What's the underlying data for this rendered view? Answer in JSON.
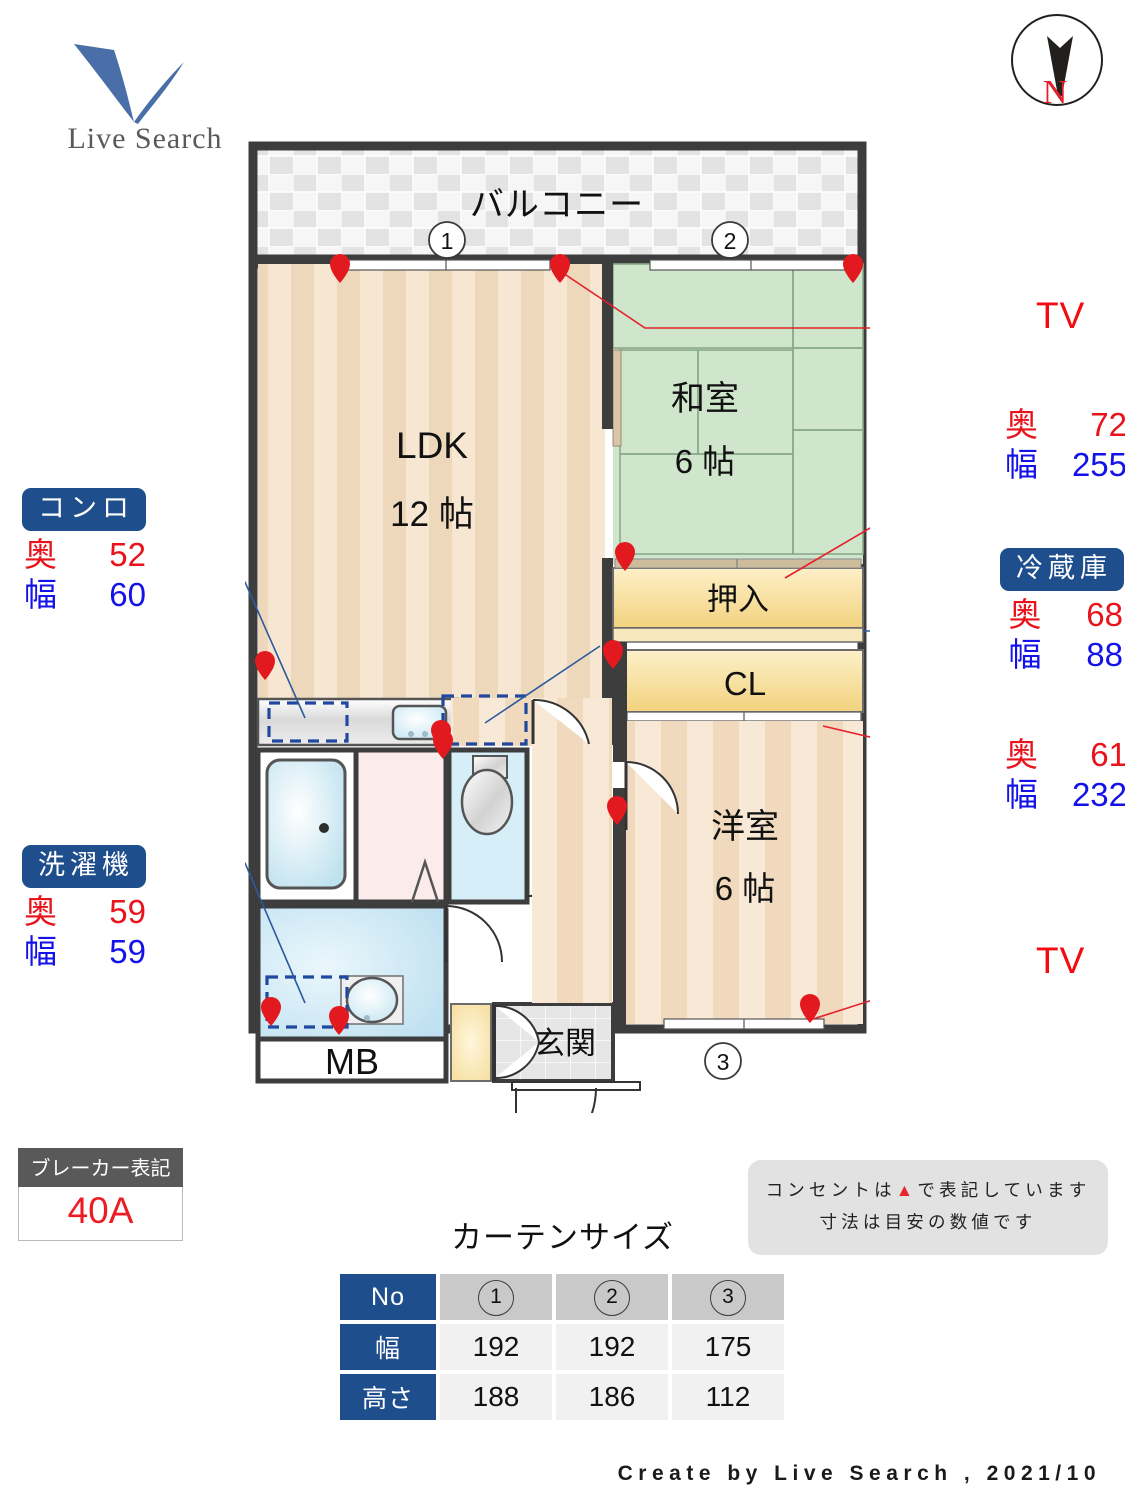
{
  "brand": {
    "logo_text": "Live Search",
    "logo_mark": "check-v-mark"
  },
  "compass": {
    "label": "N",
    "icon": "compass-north-icon"
  },
  "floorplan": {
    "rooms": [
      {
        "key": "balcony",
        "name": "バルコニー"
      },
      {
        "key": "ldk",
        "name": "LDK",
        "size": "12 帖"
      },
      {
        "key": "washitsu",
        "name": "和室",
        "size": "6 帖"
      },
      {
        "key": "yoshitsu",
        "name": "洋室",
        "size": "6 帖"
      },
      {
        "key": "oshiire",
        "name": "押入"
      },
      {
        "key": "closet",
        "name": "CL"
      },
      {
        "key": "genkan",
        "name": "玄関"
      },
      {
        "key": "mb",
        "name": "MB"
      }
    ],
    "window_markers": [
      "1",
      "2",
      "3"
    ],
    "outlet_symbol": "▲"
  },
  "callouts": [
    {
      "key": "konro",
      "badge": "コンロ",
      "depth_label": "奥",
      "depth": "52",
      "width_label": "幅",
      "width": "60"
    },
    {
      "key": "sentakuki",
      "badge": "洗濯機",
      "depth_label": "奥",
      "depth": "59",
      "width_label": "幅",
      "width": "59"
    },
    {
      "key": "oshiire",
      "badge": "",
      "depth_label": "奥",
      "depth": "72",
      "width_label": "幅",
      "width": "255"
    },
    {
      "key": "reizouko",
      "badge": "冷蔵庫",
      "depth_label": "奥",
      "depth": "68",
      "width_label": "幅",
      "width": "88"
    },
    {
      "key": "cl",
      "badge": "",
      "depth_label": "奥",
      "depth": "61",
      "width_label": "幅",
      "width": "232"
    }
  ],
  "tv_labels": [
    "TV",
    "TV"
  ],
  "breaker": {
    "title": "ブレーカー表記",
    "value": "40A"
  },
  "note": {
    "line1_pre": "コンセントは",
    "line1_symbol": "▲",
    "line1_post": "で表記しています",
    "line2": "寸法は目安の数値です"
  },
  "curtain": {
    "title": "カーテンサイズ",
    "row_headers": [
      "No",
      "幅",
      "高さ"
    ],
    "numbers": [
      "1",
      "2",
      "3"
    ],
    "width_values": [
      "192",
      "192",
      "175"
    ],
    "height_values": [
      "188",
      "186",
      "112"
    ]
  },
  "footer": "Create by Live Search , 2021/10",
  "colors": {
    "accent_blue": "#1f4e8c",
    "dim_depth_red": "#e8131b",
    "dim_width_blue": "#1312e8",
    "tv_red": "#f40a10",
    "breaker_red": "#ed1c24",
    "wall_dark": "#3d3d3d",
    "tatami_green": "#cfe6cd",
    "wood_floor": "#f4e3cc",
    "closet_yellow": "#f7e1a0"
  }
}
